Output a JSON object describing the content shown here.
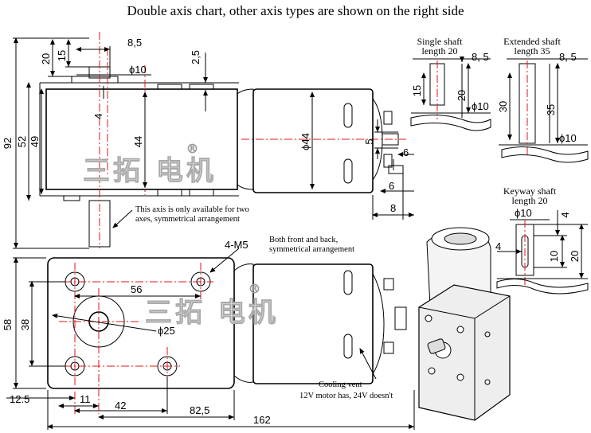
{
  "title": "Double axis chart, other axis types are shown on the right side",
  "watermark": {
    "text": "三拓 电机",
    "registered": "®"
  },
  "side_view": {
    "dims": {
      "d8_5": "8,5",
      "d20": "20",
      "d15": "15",
      "phi10": "ϕ10",
      "d2_5": "2,5",
      "d4": "4",
      "d92": "92",
      "d52": "52",
      "d49": "49",
      "d44": "44",
      "phi44": "ϕ44",
      "d5": "5",
      "d6a": "6",
      "d6b": "6",
      "d8": "8"
    },
    "note_axis": [
      "This axis is only available for two",
      "axes, symmetrical arrangement"
    ]
  },
  "single_shaft": {
    "title_lines": [
      "Single shaft",
      "length 20"
    ],
    "dims": {
      "d8_5": "8, 5",
      "d15": "15",
      "d20": "20",
      "phi10": "ϕ10"
    }
  },
  "extended_shaft": {
    "title_lines": [
      "Extended shaft",
      "length 35"
    ],
    "dims": {
      "d8_5": "8, 5",
      "d30": "30",
      "d35": "35",
      "phi10": "ϕ10"
    }
  },
  "keyway_shaft": {
    "title_lines": [
      "Keyway shaft",
      "length 20"
    ],
    "dims": {
      "phi10": "ϕ10",
      "d4a": "4",
      "d4b": "4",
      "d10": "10",
      "d20": "20"
    }
  },
  "front_view": {
    "dims": {
      "m5": "4-M5",
      "d56": "56",
      "d58": "58",
      "d38": "38",
      "phi25": "ϕ25",
      "d12_5": "12.5",
      "d11": "11",
      "d42": "42",
      "d82_5": "82,5",
      "d162": "162"
    },
    "note_holes": [
      "Both front and back,",
      "symmetrical arrangement"
    ],
    "note_vent": [
      "Cooling vent",
      "12V motor has, 24V doesn't"
    ]
  }
}
